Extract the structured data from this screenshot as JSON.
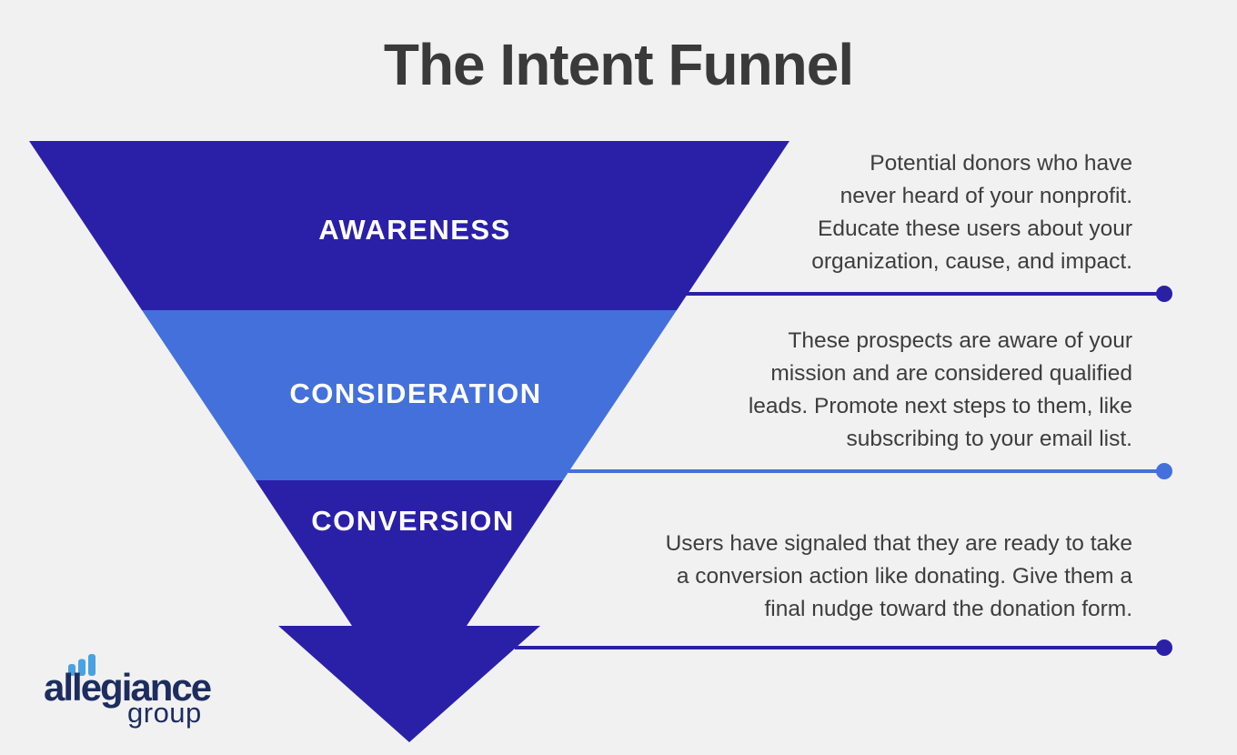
{
  "title": "The Intent Funnel",
  "colors": {
    "background": "#f1f1f2",
    "dark_blue": "#2a20a8",
    "medium_blue": "#4470db",
    "text_dark": "#3d3d3d",
    "label_white": "#ffffff",
    "logo_navy": "#1d2d5e",
    "logo_bar_blue": "#4aa1e0"
  },
  "funnel": {
    "stages": [
      {
        "label": "AWARENESS",
        "description": "Potential donors who have\nnever heard of your nonprofit.\nEducate these users about your\norganization, cause, and impact.",
        "color": "#2a20a8"
      },
      {
        "label": "CONSIDERATION",
        "description": "These prospects are aware of your\nmission and are considered qualified\nleads. Promote next steps to them, like\nsubscribing to your email list.",
        "color": "#4470db"
      },
      {
        "label": "CONVERSION",
        "description": "Users have signaled that they are ready to take\na conversion action like donating. Give them a\nfinal nudge toward the donation form.",
        "color": "#2a20a8"
      }
    ]
  },
  "logo": {
    "name": "allegiance",
    "suffix": "group"
  }
}
